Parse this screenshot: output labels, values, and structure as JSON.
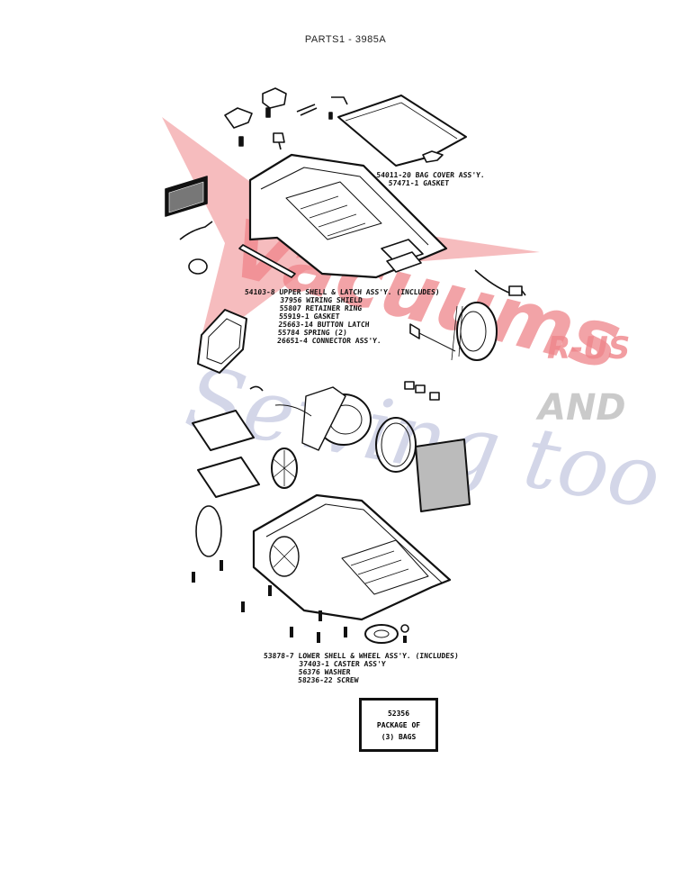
{
  "page_title": "PARTS1 - 3985A",
  "watermark": {
    "line1": "Vacuums",
    "line2": "R-US",
    "line3": "AND",
    "line4": "Sewing too",
    "red_color": "#e1202a",
    "blue_color": "#6e78b4",
    "gray_color": "#888888"
  },
  "bag_cover": {
    "line1": "54011-20 BAG COVER ASS'Y.",
    "line2": "57471-1 GASKET"
  },
  "upper_shell": {
    "title": "54103-8 UPPER SHELL & LATCH ASS'Y. (INCLUDES)",
    "items": [
      "37956 WIRING SHIELD",
      "55807 RETAINER RING",
      "55919-1 GASKET",
      "25663-14 BUTTON LATCH",
      "55784 SPRING (2)",
      "26651-4 CONNECTOR ASS'Y."
    ]
  },
  "lower_shell": {
    "title": "53878-7 LOWER SHELL & WHEEL ASS'Y. (INCLUDES)",
    "items": [
      "37403-1 CASTER ASS'Y",
      "56376 WASHER",
      "58236-22 SCREW"
    ]
  },
  "bag_package": {
    "line1": "52356",
    "line2": "PACKAGE OF",
    "line3": "(3) BAGS"
  }
}
